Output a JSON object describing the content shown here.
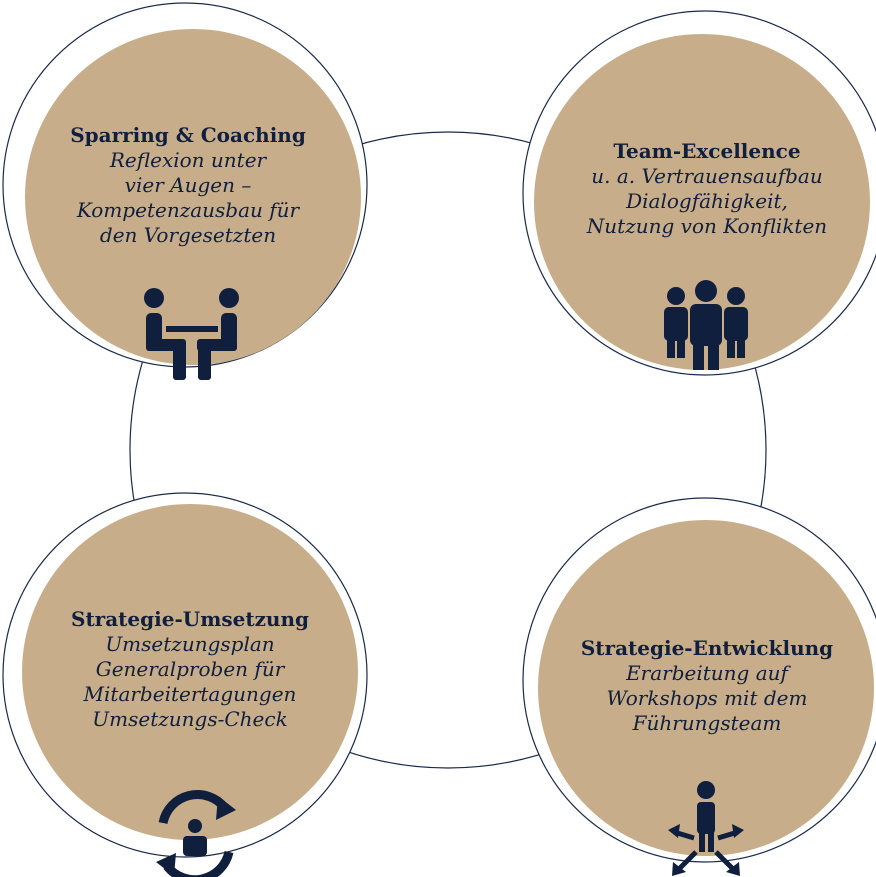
{
  "colors": {
    "circle_fill": "#c8ad8a",
    "outline": "#1a2a4a",
    "icon": "#0f1f3d",
    "background": "#ffffff"
  },
  "nodes": [
    {
      "id": "sparring",
      "title": "Sparring & Coaching",
      "lines": [
        "Reflexion unter",
        "vier Augen –",
        "Kompetenzausbau für",
        "den Vorgesetzten"
      ],
      "icon": "meeting-icon"
    },
    {
      "id": "team",
      "title": "Team-Excellence",
      "lines": [
        "u. a. Vertrauensaufbau",
        "Dialogfähigkeit,",
        "Nutzung von Konflikten"
      ],
      "icon": "team-icon"
    },
    {
      "id": "umsetzung",
      "title": "Strategie-Umsetzung",
      "lines": [
        "Umsetzungsplan",
        "Generalproben für",
        "Mitarbeitertagungen",
        "Umsetzungs-Check"
      ],
      "icon": "cycle-person-icon"
    },
    {
      "id": "entwicklung",
      "title": "Strategie-Entwicklung",
      "lines": [
        "Erarbeitung auf",
        "Workshops mit dem",
        "Führungsteam"
      ],
      "icon": "person-directions-icon"
    }
  ]
}
